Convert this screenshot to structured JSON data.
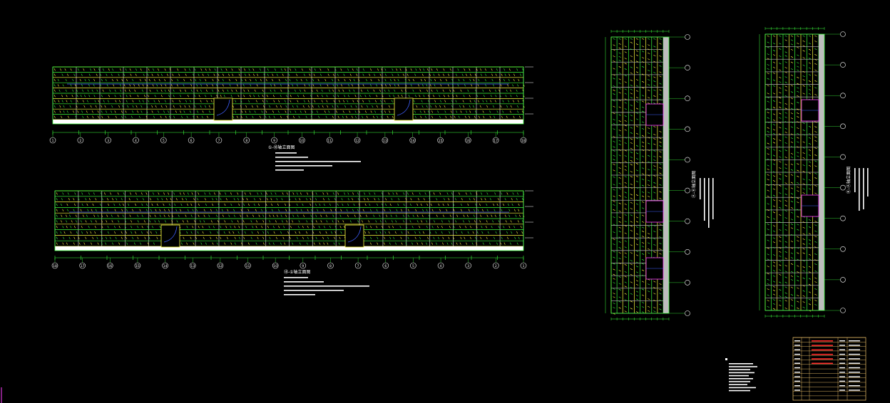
{
  "drawing": {
    "background": "#000000",
    "colors": {
      "green": "#3cff3c",
      "yellow": "#ffff40",
      "white": "#ffffff",
      "blue": "#4060ff",
      "grey": "#9a9a9a",
      "red": "#ff2a2a",
      "magenta": "#ff40ff",
      "titleblock": "#d8b060"
    },
    "panels": {
      "elevation_top": {
        "axis_labels": [
          "1",
          "2",
          "3",
          "4",
          "5",
          "6",
          "7",
          "8",
          "9",
          "10",
          "11",
          "12",
          "13",
          "14",
          "15",
          "16",
          "17",
          "18"
        ],
        "heading": "①-⑱轴立面图"
      },
      "elevation_bottom": {
        "axis_labels": [
          "18",
          "17",
          "16",
          "15",
          "14",
          "13",
          "12",
          "11",
          "10",
          "9",
          "8",
          "7",
          "6",
          "5",
          "4",
          "3",
          "2",
          "1"
        ],
        "heading": "⑱-①轴立面图"
      },
      "elevation_side_left": {
        "heading": "Ⓐ-Ⓚ轴立面图"
      },
      "elevation_side_right": {
        "heading": "Ⓚ-Ⓐ轴立面图"
      }
    }
  }
}
